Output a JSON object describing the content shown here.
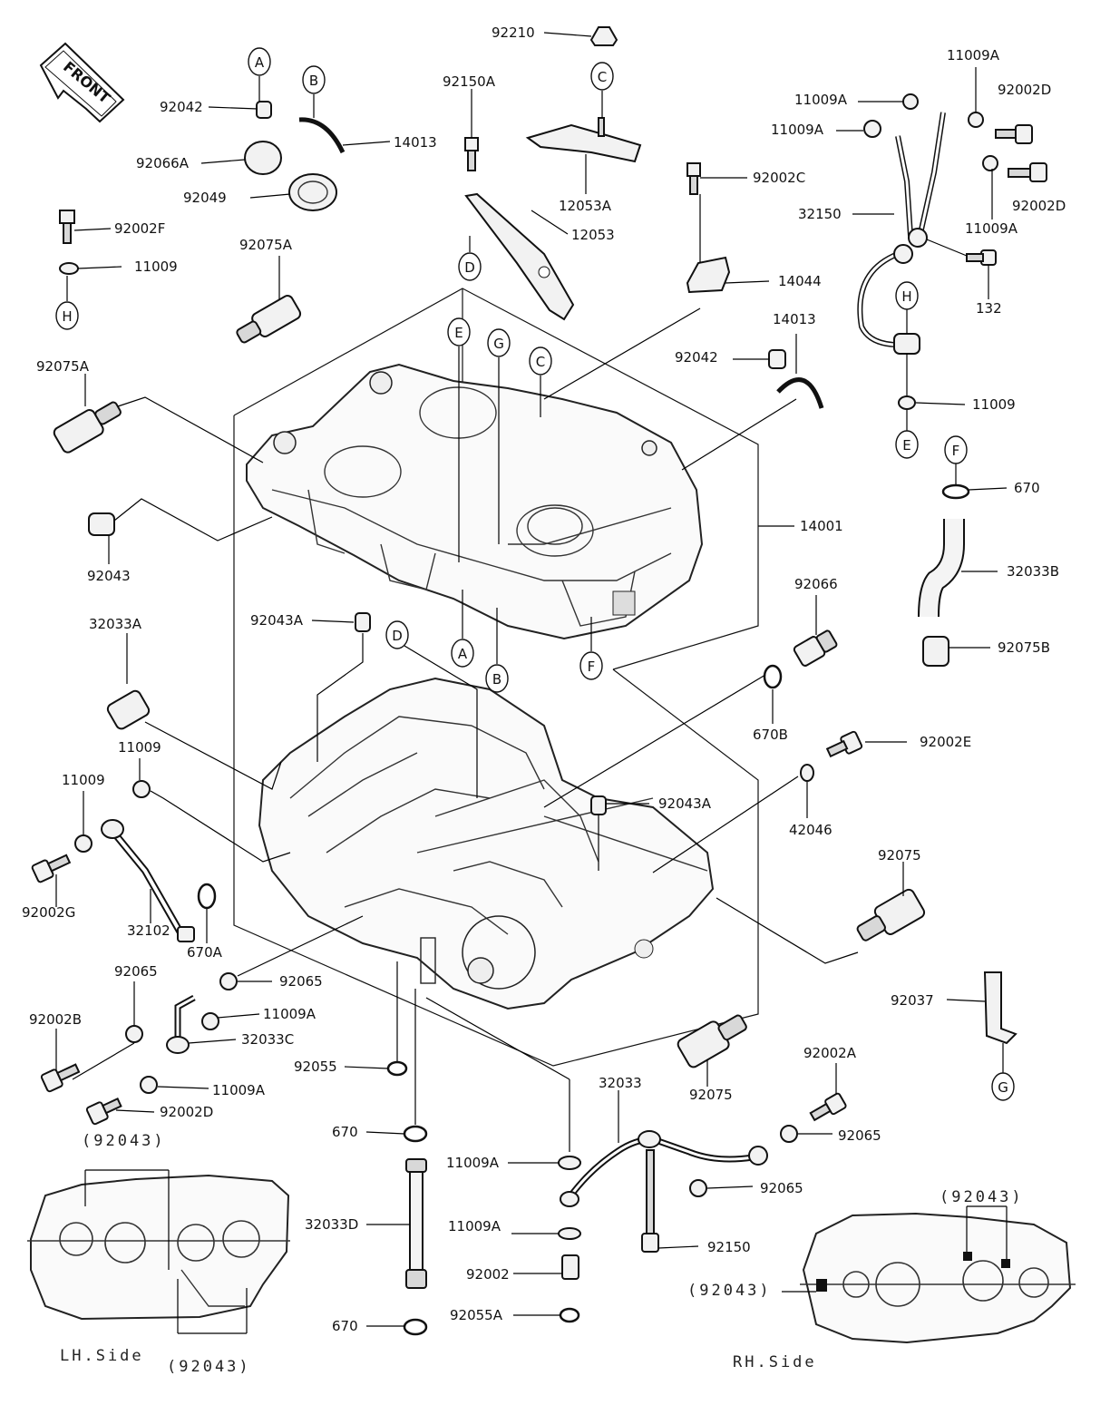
{
  "front_badge": "FRONT",
  "parts": {
    "p92210": "92210",
    "p92042_top": "92042",
    "p92066A": "92066A",
    "p92049": "92049",
    "p14013_top": "14013",
    "p92150A": "92150A",
    "p12053A": "12053A",
    "p12053": "12053",
    "p92002F": "92002F",
    "p11009_left": "11009",
    "p92075A_top": "92075A",
    "p92075A_left": "92075A",
    "p92043": "92043",
    "p92002C": "92002C",
    "p14044": "14044",
    "p14013_mid": "14013",
    "p92042_mid": "92042",
    "p11009A_1": "11009A",
    "p11009A_2": "11009A",
    "p11009A_3": "11009A",
    "p92002D_1": "92002D",
    "p92002D_2": "92002D",
    "p32150": "32150",
    "p11009A_4": "11009A",
    "p132": "132",
    "p11009_right": "11009",
    "p670_right": "670",
    "p32033B": "32033B",
    "p92075B": "92075B",
    "p14001": "14001",
    "p92066": "92066",
    "p670B": "670B",
    "p92002E": "92002E",
    "p42046": "42046",
    "p92043A_1": "92043A",
    "p92043A_2": "92043A",
    "p32033A": "32033A",
    "p11009_a": "11009",
    "p11009_b": "11009",
    "p92002G": "92002G",
    "p32102": "32102",
    "p670A": "670A",
    "p92075_right": "92075",
    "p92037": "92037",
    "p92065_left": "92065",
    "p92065_mid": "92065",
    "p92002B": "92002B",
    "p11009A_5": "11009A",
    "p32033C": "32033C",
    "p11009A_6": "11009A",
    "p92055": "92055",
    "p92002D_3": "92002D",
    "p32033": "32033",
    "p92075_bottom": "92075",
    "p92002A": "92002A",
    "p92065_r1": "92065",
    "p92065_r2": "92065",
    "p670_mid": "670",
    "p11009A_7": "11009A",
    "p32033D": "32033D",
    "p11009A_8": "11009A",
    "p92002": "92002",
    "p92150": "92150",
    "p92055A": "92055A",
    "p670_bottom": "670"
  },
  "callouts": {
    "A": "A",
    "B": "B",
    "C": "C",
    "D": "D",
    "E": "E",
    "F": "F",
    "G": "G",
    "H": "H"
  },
  "captions": {
    "lh_side": "LH.Side",
    "rh_side": "RH.Side",
    "ref_92043": "(92043)"
  }
}
